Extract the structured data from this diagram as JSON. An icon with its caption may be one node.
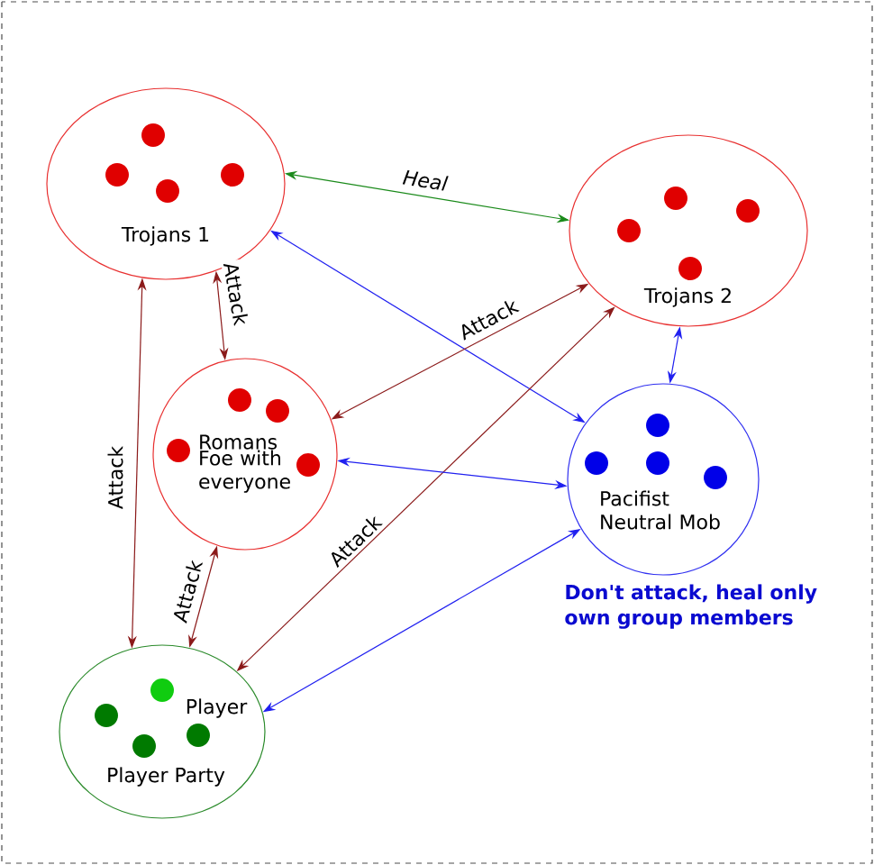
{
  "diagram": {
    "nodes": [
      {
        "text": [
          "Trojans 1"
        ]
      },
      {
        "text": [],
        "shape": "circle",
        "in": 0
      },
      {
        "text": [],
        "shape": "circle",
        "in": 0
      },
      {
        "text": [],
        "shape": "circle",
        "in": 0
      },
      {
        "text": [],
        "shape": "circle",
        "in": 0
      },
      {
        "text": [
          "Trojans 2"
        ]
      },
      {
        "text": [],
        "shape": "circle",
        "in": 5
      },
      {
        "text": [],
        "shape": "circle",
        "in": 5
      },
      {
        "text": [],
        "shape": "circle",
        "in": 5
      },
      {
        "text": [],
        "shape": "circle",
        "in": 5
      },
      {
        "text": [
          "Romans",
          "Foe with everyone"
        ]
      },
      {
        "text": [],
        "shape": "circle",
        "in": 10
      },
      {
        "text": [],
        "shape": "circle",
        "in": 10
      },
      {
        "text": [],
        "shape": "circle",
        "in": 10
      },
      {
        "text": [],
        "shape": "circle",
        "in": 10
      },
      {
        "text": [
          "Pacifist Neutral Mob"
        ]
      },
      {
        "text": [],
        "shape": "circle",
        "in": 15
      },
      {
        "text": [],
        "shape": "circle",
        "in": 15
      },
      {
        "text": [],
        "shape": "circle",
        "in": 15
      },
      {
        "text": [],
        "shape": "circle",
        "in": 15
      },
      {
        "text": [
          "Player Party"
        ]
      },
      {
        "text": [],
        "shape": "circle",
        "in": 20,
        "beside": [
          "Player"
        ]
      },
      {
        "text": [],
        "shape": "circle",
        "in": 20
      },
      {
        "text": [],
        "shape": "circle",
        "in": 20
      },
      {
        "text": [],
        "shape": "circle",
        "in": 20
      }
    ],
    "edges": [
      {
        "from": 0,
        "to": 5,
        "arrow": "both",
        "label": "Heal",
        "color": "#1a8a1a"
      },
      {
        "from": 0,
        "to": 10,
        "arrow": "both",
        "label": "Attack"
      },
      {
        "from": 0,
        "to": 20,
        "arrow": "both",
        "label": "Attack"
      },
      {
        "from": 0,
        "to": 15,
        "arrow": "both",
        "color": "#2020f0"
      },
      {
        "from": 5,
        "to": 10,
        "arrow": "both",
        "label": "Attack"
      },
      {
        "from": 5,
        "to": 20,
        "arrow": "both",
        "label": "Attack"
      },
      {
        "from": 5,
        "to": 15,
        "arrow": "both",
        "color": "#2020f0"
      },
      {
        "from": 10,
        "to": 15,
        "arrow": "both",
        "color": "#2020f0"
      },
      {
        "from": 10,
        "to": 20,
        "arrow": "both",
        "label": "Attack"
      },
      {
        "from": 15,
        "to": 20,
        "arrow": "both",
        "color": "#2020f0"
      }
    ],
    "labels": [
      "Don't attack, heal only own group members"
    ]
  }
}
